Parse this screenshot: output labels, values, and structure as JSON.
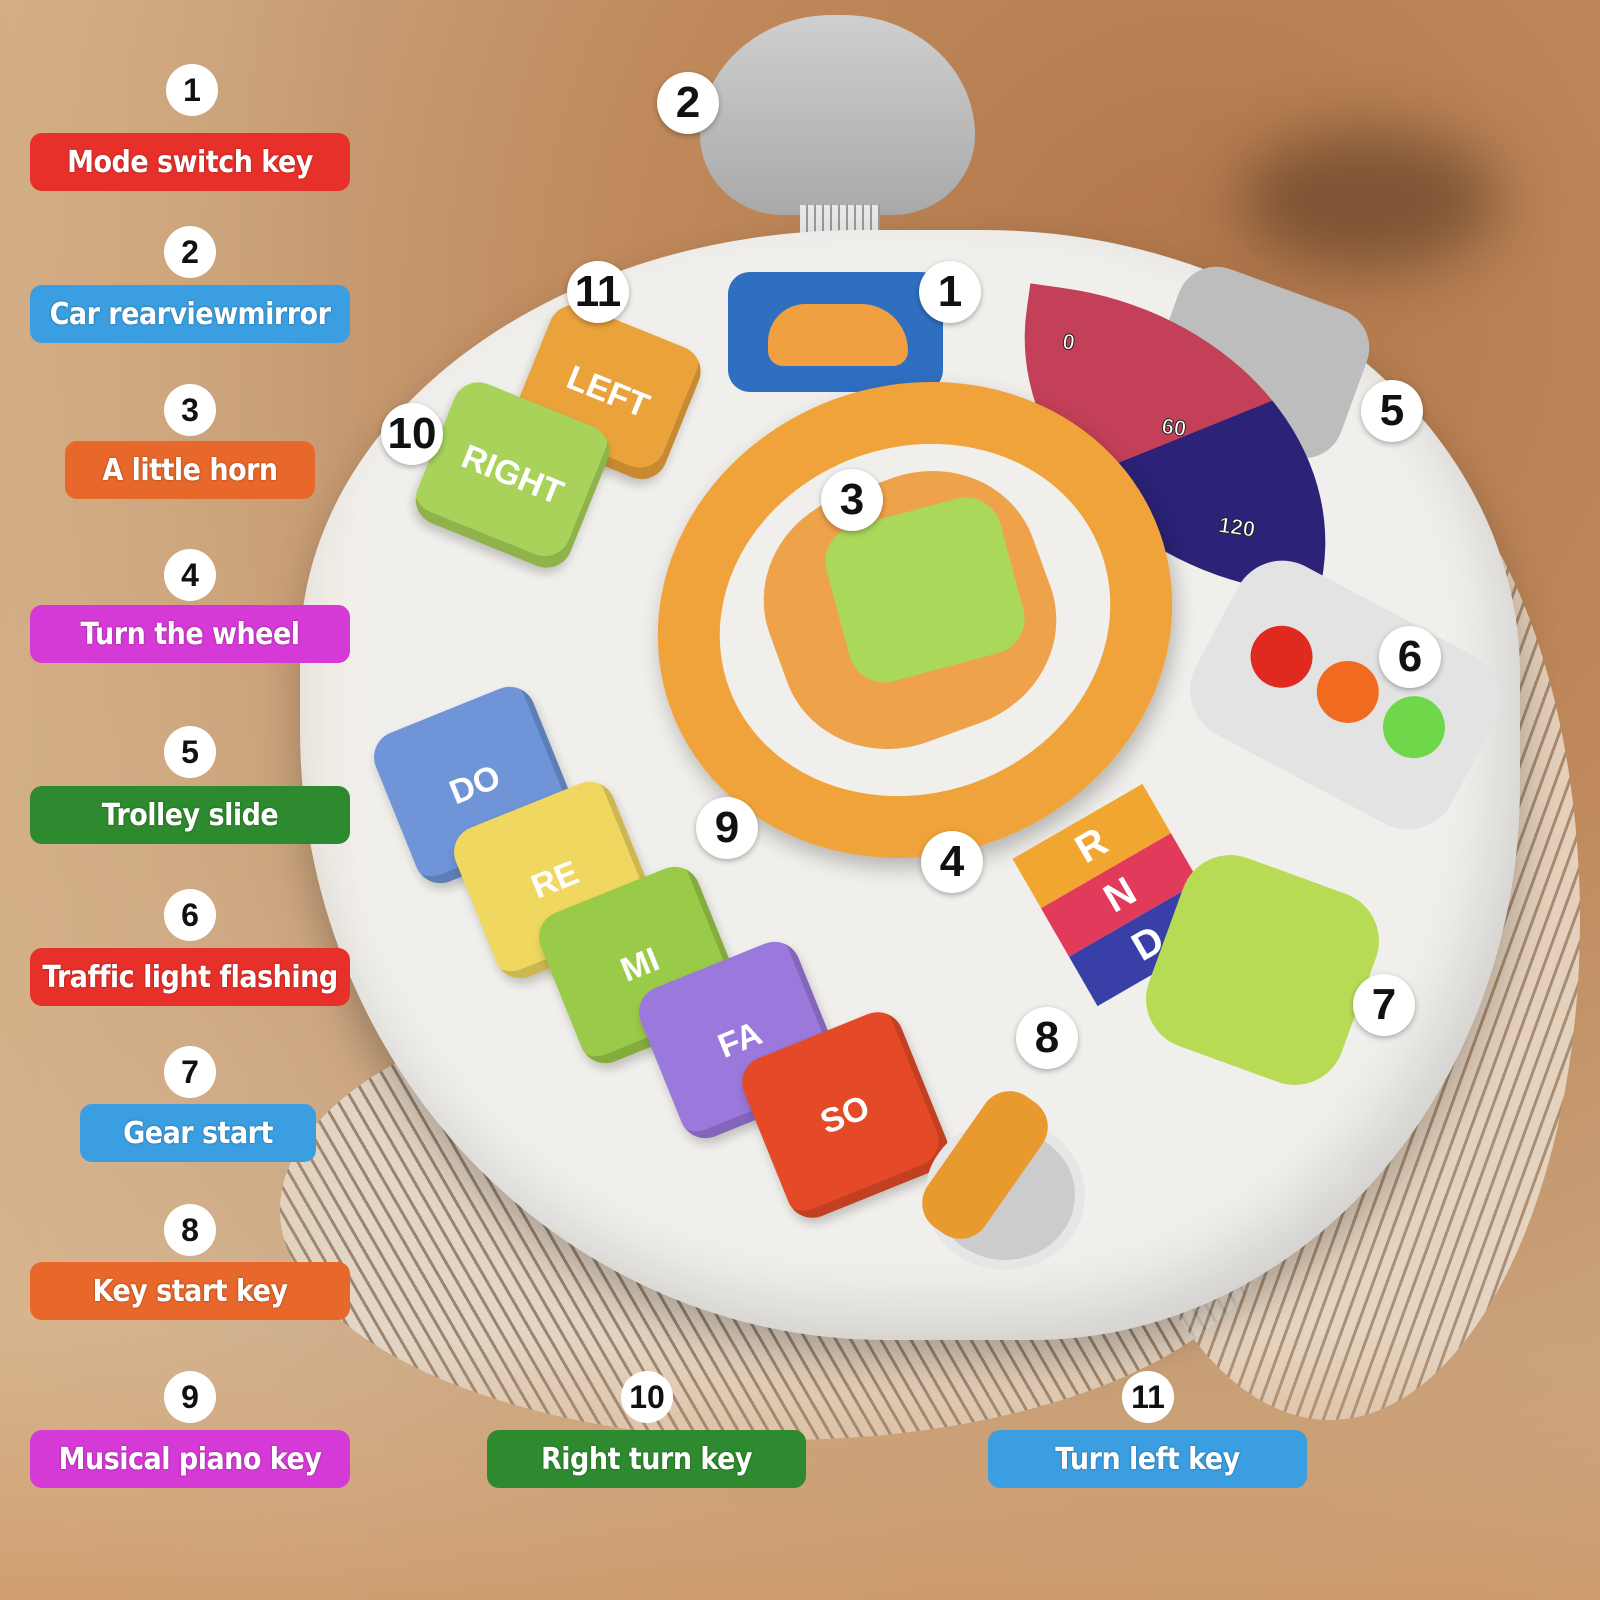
{
  "legend": [
    {
      "num": "1",
      "label": "Mode switch key",
      "color": "#e8302a"
    },
    {
      "num": "2",
      "label": "Car rearviewmirror",
      "color": "#3a9ee0"
    },
    {
      "num": "3",
      "label": "A little horn",
      "color": "#e8672a"
    },
    {
      "num": "4",
      "label": "Turn the wheel",
      "color": "#d63ad6"
    },
    {
      "num": "5",
      "label": "Trolley slide",
      "color": "#2e8a2e"
    },
    {
      "num": "6",
      "label": "Traffic light flashing",
      "color": "#e8302a"
    },
    {
      "num": "7",
      "label": "Gear start",
      "color": "#3a9ee0"
    },
    {
      "num": "8",
      "label": "Key start key",
      "color": "#e8672a"
    },
    {
      "num": "9",
      "label": "Musical piano key",
      "color": "#d63ad6"
    },
    {
      "num": "10",
      "label": "Right turn key",
      "color": "#2e8a2e"
    },
    {
      "num": "11",
      "label": "Turn left key",
      "color": "#3a9ee0"
    }
  ],
  "callouts": [
    "1",
    "2",
    "3",
    "4",
    "5",
    "6",
    "7",
    "8",
    "9",
    "10",
    "11"
  ],
  "toy": {
    "left_key": "LEFT",
    "right_key": "RIGHT",
    "piano": [
      "DO",
      "RE",
      "MI",
      "FA",
      "SO"
    ],
    "gauge": [
      "0",
      "60",
      "120"
    ],
    "gears": [
      "R",
      "N",
      "D"
    ]
  }
}
